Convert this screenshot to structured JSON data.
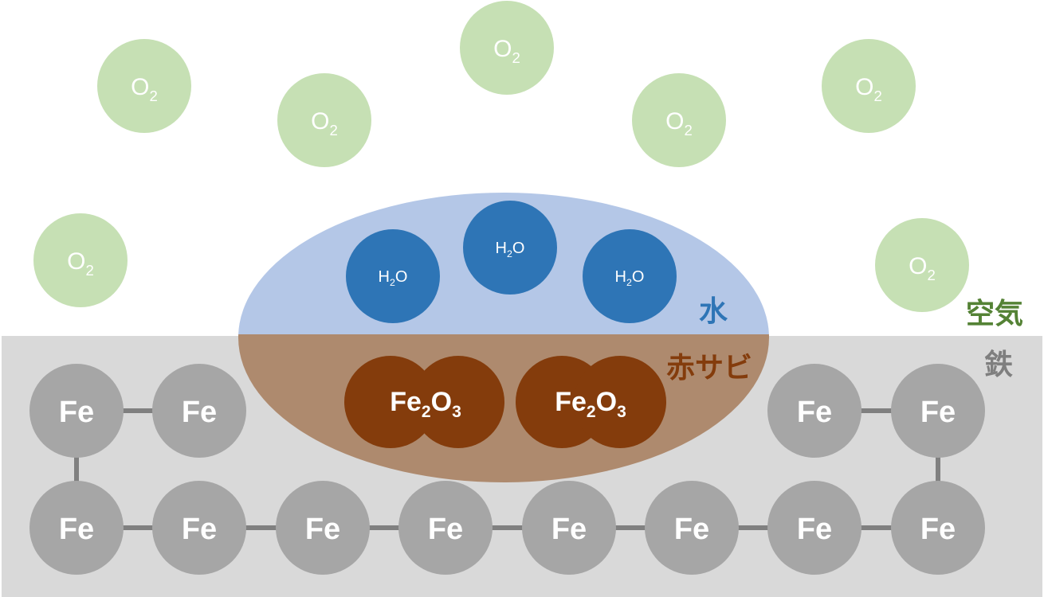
{
  "labels": {
    "air": "空気",
    "iron": "鉄",
    "water": "水",
    "rust": "赤サビ"
  },
  "molecules": {
    "oxygen": {
      "base": "O",
      "sub": "2"
    },
    "water": {
      "pre": "H",
      "sub": "2",
      "post": "O"
    },
    "iron": "Fe",
    "rust": {
      "a": "Fe",
      "a_sub": "2",
      "b": "O",
      "b_sub": "3"
    }
  },
  "colors": {
    "oxygen": "#c6e0b4",
    "water_region": "#b4c7e7",
    "water_molecule": "#2e75b6",
    "rust_region": "#ae8a6e",
    "rust_molecule": "#843c0c",
    "iron_region": "#d9d9d9",
    "iron_atom": "#a6a6a6",
    "bond": "#808080",
    "air_label": "#548235",
    "iron_label": "#7f7f7f",
    "water_label": "#2e75b6",
    "rust_label": "#843c0c"
  }
}
